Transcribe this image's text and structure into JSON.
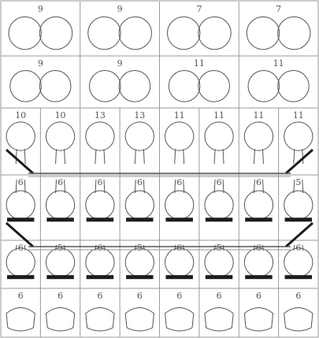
{
  "colors": {
    "line": "#9a9a9a",
    "ink": "#555555",
    "dark": "#1c1c1c",
    "paper": "#ffffff"
  },
  "rows": [
    {
      "kind": "round-pair",
      "labels": [
        "9",
        "9",
        "7",
        "7"
      ]
    },
    {
      "kind": "round-pair",
      "labels": [
        "9",
        "9",
        "11",
        "11"
      ]
    },
    {
      "kind": "tall-flask",
      "labels": [
        "10",
        "10",
        "13",
        "13",
        "11",
        "11",
        "11",
        "11"
      ]
    },
    {
      "kind": "base-flask",
      "labels": [
        "6",
        "6",
        "6",
        "6",
        "6",
        "6",
        "6",
        "5"
      ]
    },
    {
      "kind": "base-flask",
      "labels": [
        "6",
        "5",
        "6",
        "5",
        "6",
        "5",
        "6",
        "6"
      ]
    },
    {
      "kind": "short-flask",
      "labels": [
        "6",
        "6",
        "6",
        "6",
        "6",
        "6",
        "6",
        "6"
      ]
    }
  ]
}
